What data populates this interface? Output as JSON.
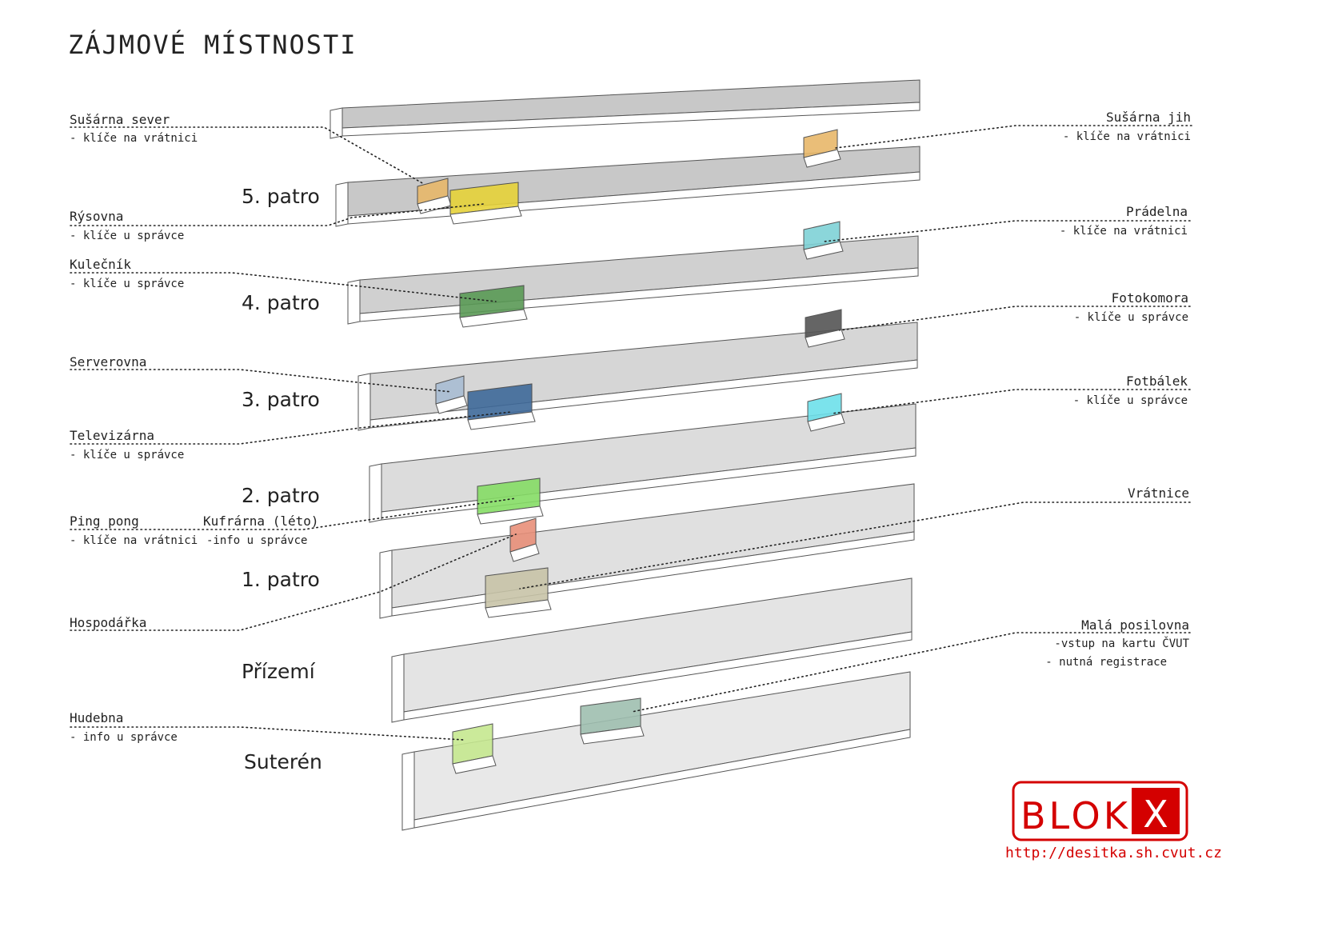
{
  "title": "ZÁJMOVÉ MÍSTNOSTI",
  "floors": [
    "5. patro",
    "4. patro",
    "3. patro",
    "2. patro",
    "1. patro",
    "Přízemí",
    "Suterén"
  ],
  "rooms": [
    {
      "name": "Sušárna sever",
      "note": "- klíče na vrátnici",
      "color": "#e8b86a"
    },
    {
      "name": "Rýsovna",
      "note": "- klíče u správce",
      "color": "#e6d23a"
    },
    {
      "name": "Kulečník",
      "note": "- klíče u správce",
      "color": "#5a9a56"
    },
    {
      "name": "Serverovna",
      "note": "",
      "color": "#a9bdd3"
    },
    {
      "name": "Televizárna",
      "note": "- klíče u správce",
      "color": "#3f6a9a"
    },
    {
      "name": "Ping pong",
      "note": "- klíče na vrátnici",
      "color": "#e8907a"
    },
    {
      "name": "Kufrárna (léto)",
      "note": "-info u správce",
      "color": "#86dd66"
    },
    {
      "name": "Hospodářka",
      "note": "",
      "color": "#c8c4a8"
    },
    {
      "name": "Hudebna",
      "note": "- info u správce",
      "color": "#c6e890"
    },
    {
      "name": "Sušárna jih",
      "note": "- klíče na vrátnici",
      "color": "#e8b86a"
    },
    {
      "name": "Prádelna",
      "note": "- klíče na vrátnici",
      "color": "#7fd2d6"
    },
    {
      "name": "Fotokomora",
      "note": "- klíče u správce",
      "color": "#555555"
    },
    {
      "name": "Fotbálek",
      "note": "- klíče u správce",
      "color": "#6de0ea"
    },
    {
      "name": "Vrátnice",
      "note": "",
      "color": "#c8c4a8"
    },
    {
      "name": "Malá posilovna",
      "note": "-vstup na kartu ČVUT",
      "note2": "- nutná registrace",
      "color": "#9fbfb0"
    }
  ],
  "logo": {
    "text": "BLOK",
    "mark": "X",
    "url": "http://desitka.sh.cvut.cz",
    "color": "#d40000"
  }
}
